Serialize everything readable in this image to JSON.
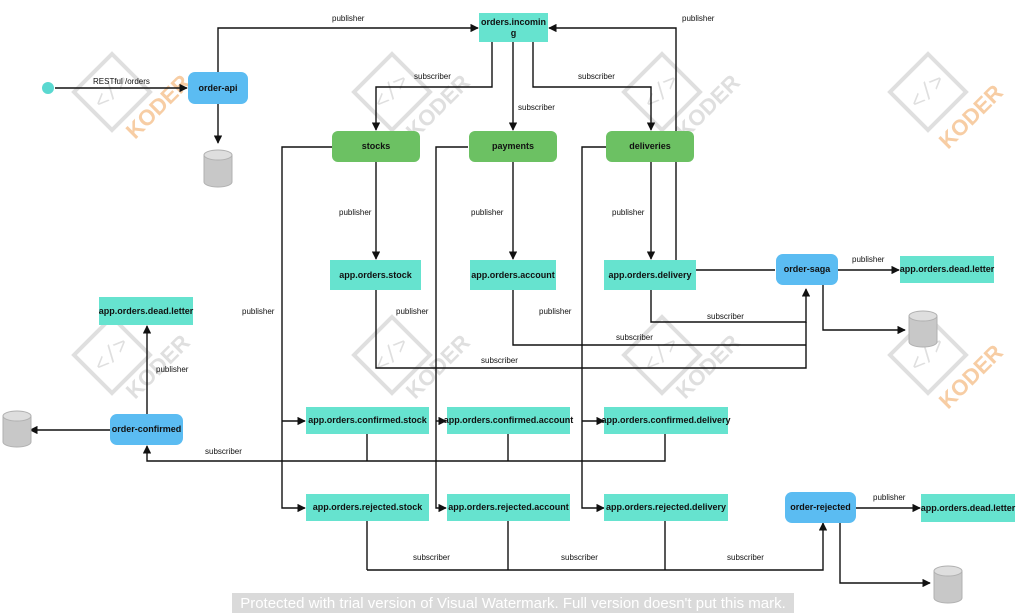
{
  "topics": {
    "orders_incoming": "orders.incomin g",
    "orders_stock": "app.orders.stock",
    "orders_account": "app.orders.account",
    "orders_delivery": "app.orders.delivery",
    "dead_letter": "app.orders.dead.letter",
    "confirmed_stock": "app.orders.confirmed.stock",
    "confirmed_account": "app.orders.confirmed.account",
    "confirmed_delivery": "app.orders.confirmed.delivery",
    "rejected_stock": "app.orders.rejected.stock",
    "rejected_account": "app.orders.rejected.account",
    "rejected_delivery": "app.orders.rejected.delivery"
  },
  "services": {
    "stocks": "stocks",
    "payments": "payments",
    "deliveries": "deliveries"
  },
  "apps": {
    "order_api": "order-api",
    "order_saga": "order-saga",
    "order_confirmed": "order-confirmed",
    "order_rejected": "order-rejected"
  },
  "edges": {
    "restful": "RESTful /orders",
    "publisher": "publisher",
    "subscriber": "subscriber"
  },
  "watermark": {
    "text": "Protected with trial version of Visual Watermark. Full version doesn't put this mark.",
    "logo_text": "KODER"
  },
  "colors": {
    "topic": "#66e3cf",
    "service": "#6cc163",
    "app": "#5bbcf2",
    "database": "#c8c8c8",
    "start": "#5ad8d0"
  }
}
